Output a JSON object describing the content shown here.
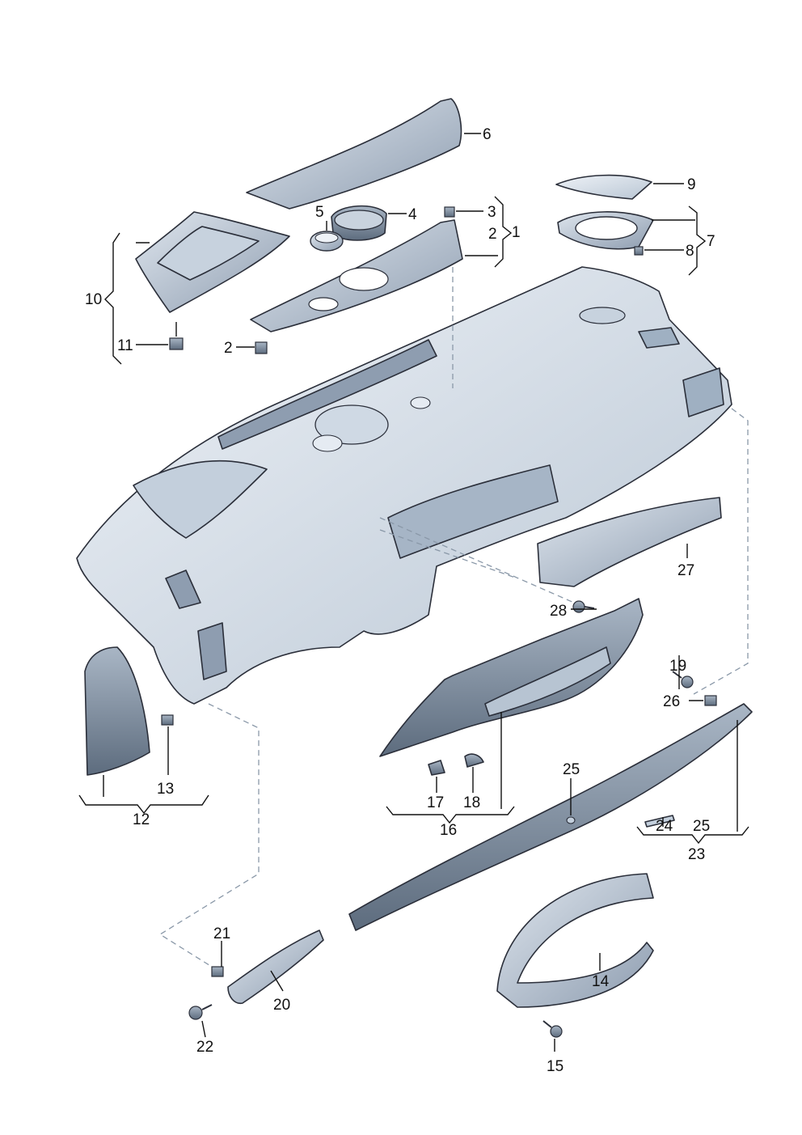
{
  "diagram": {
    "callouts": {
      "c1": "1",
      "c2a": "2",
      "c2b": "2",
      "c3": "3",
      "c4": "4",
      "c5": "5",
      "c6": "6",
      "c7": "7",
      "c8": "8",
      "c9": "9",
      "c10": "10",
      "c11": "11",
      "c12": "12",
      "c13": "13",
      "c14": "14",
      "c15": "15",
      "c16": "16",
      "c17": "17",
      "c18": "18",
      "c19": "19",
      "c20": "20",
      "c21": "21",
      "c22": "22",
      "c23": "23",
      "c24": "24",
      "c25a": "25",
      "c25b": "25",
      "c26": "26",
      "c27": "27",
      "c28": "28"
    },
    "colors": {
      "part_light": "#d9e2ec",
      "part_mid": "#b7c4d2",
      "part_dark": "#7d8ea1",
      "outline": "#2b2f3a",
      "dashed_line": "#8a98a8"
    }
  }
}
